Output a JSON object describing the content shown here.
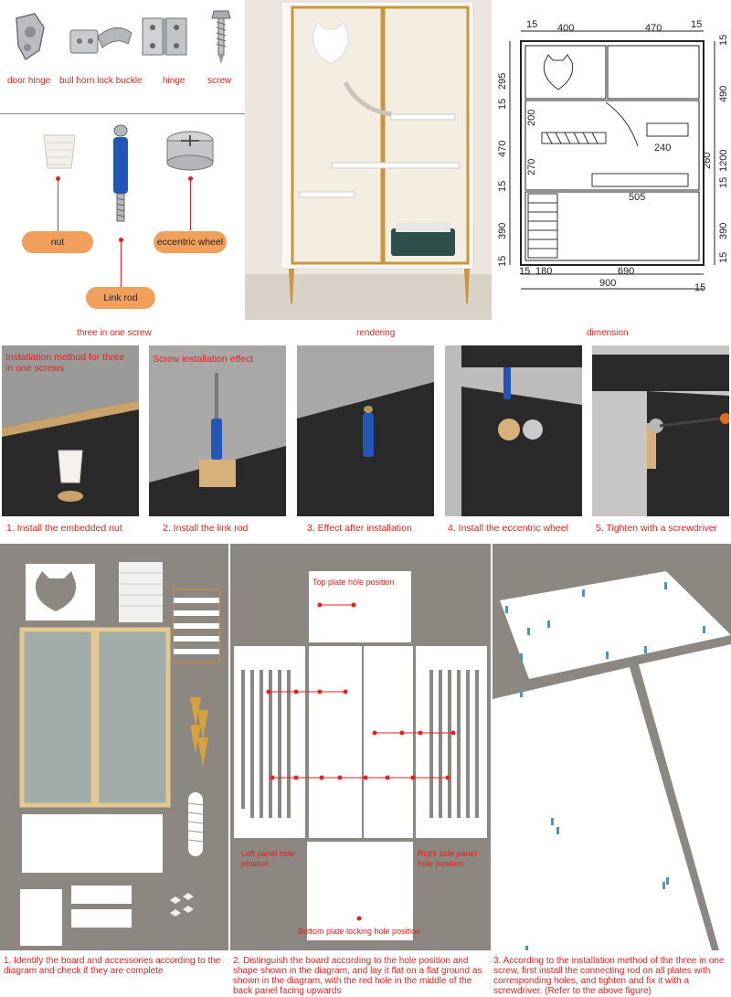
{
  "hardware": {
    "items": [
      {
        "label": "door hinge"
      },
      {
        "label": "bull horn lock buckle"
      },
      {
        "label": "hinge"
      },
      {
        "label": "screw"
      }
    ]
  },
  "three_in_one": {
    "nut_label": "nut",
    "link_rod_label": "Link rod",
    "eccentric_label": "eccentric wheel"
  },
  "section_captions": {
    "three_in_one": "three in one screw",
    "rendering": "rendering",
    "dimension": "dimension"
  },
  "dimensions": {
    "top": [
      "15",
      "400",
      "470",
      "15"
    ],
    "left": [
      "295",
      "15",
      "470",
      "15",
      "390",
      "15"
    ],
    "inner_left": [
      "200",
      "270"
    ],
    "right": [
      "15",
      "490",
      "1200",
      "15",
      "390",
      "15"
    ],
    "inner_right": [
      "260"
    ],
    "inner": [
      "240",
      "505"
    ],
    "bottom": [
      "15",
      "180",
      "690",
      "15"
    ],
    "total": "900"
  },
  "install": {
    "panel1_title": "Installation method for three in one screws",
    "panel2_title": "Screw installation effect",
    "steps": [
      "1. Install the embedded nut",
      "2. Install the link rod",
      "3. Effect after installation",
      "4. Install the eccentric wheel",
      "5. Tighten with a screwdriver"
    ]
  },
  "layout": {
    "top_plate": "Top plate hole position",
    "left_panel": "Left panel hole position",
    "right_panel": "Right side panel hole position",
    "bottom_plate": "Bottom plate locking hole position"
  },
  "bottom_captions": [
    "1. Identify the board and accessories according to the diagram and check if they are complete",
    "2. Distinguish the board according to the hole position and shape shown in the diagram, and lay it flat on a flat ground as shown in the diagram, with the red hole in the middle of the back panel facing upwards",
    "3. According to the installation method of the three in one screw, first install the connecting rod on all plates with corresponding holes, and tighten and fix it with a screwdriver. (Refer to the above figure)"
  ],
  "colors": {
    "accent": "#e8201f",
    "pill": "#f0a05a",
    "gold": "#c8963c",
    "panel_bg": "#8c8781"
  }
}
